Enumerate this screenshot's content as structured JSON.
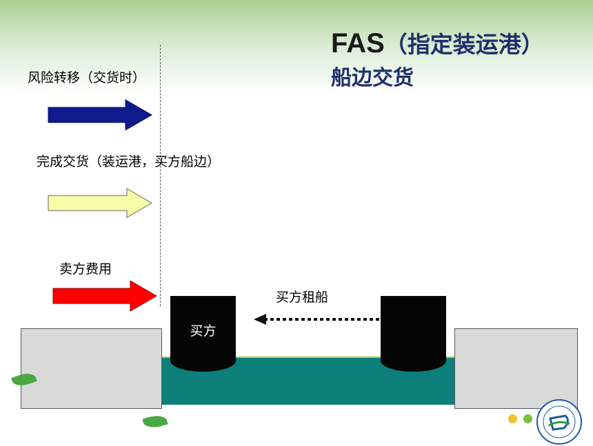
{
  "title": {
    "abbr": "FAS",
    "paren": "（指定装运港）",
    "subtitle": "船边交货"
  },
  "labels": {
    "risk_transfer": "风险转移（交货时）",
    "delivery_done": "完成交货（装运港，买方船边）",
    "seller_cost": "卖方费用",
    "buyer_charter": "买方租船"
  },
  "ship_left_label": "买方",
  "colors": {
    "risk_arrow": "#0f1a8c",
    "delivery_arrow": "#f7fca6",
    "cost_arrow": "#ff0000",
    "sea": "#0c7f7a",
    "ship": "#050505",
    "dock": "#d9d9d9"
  }
}
